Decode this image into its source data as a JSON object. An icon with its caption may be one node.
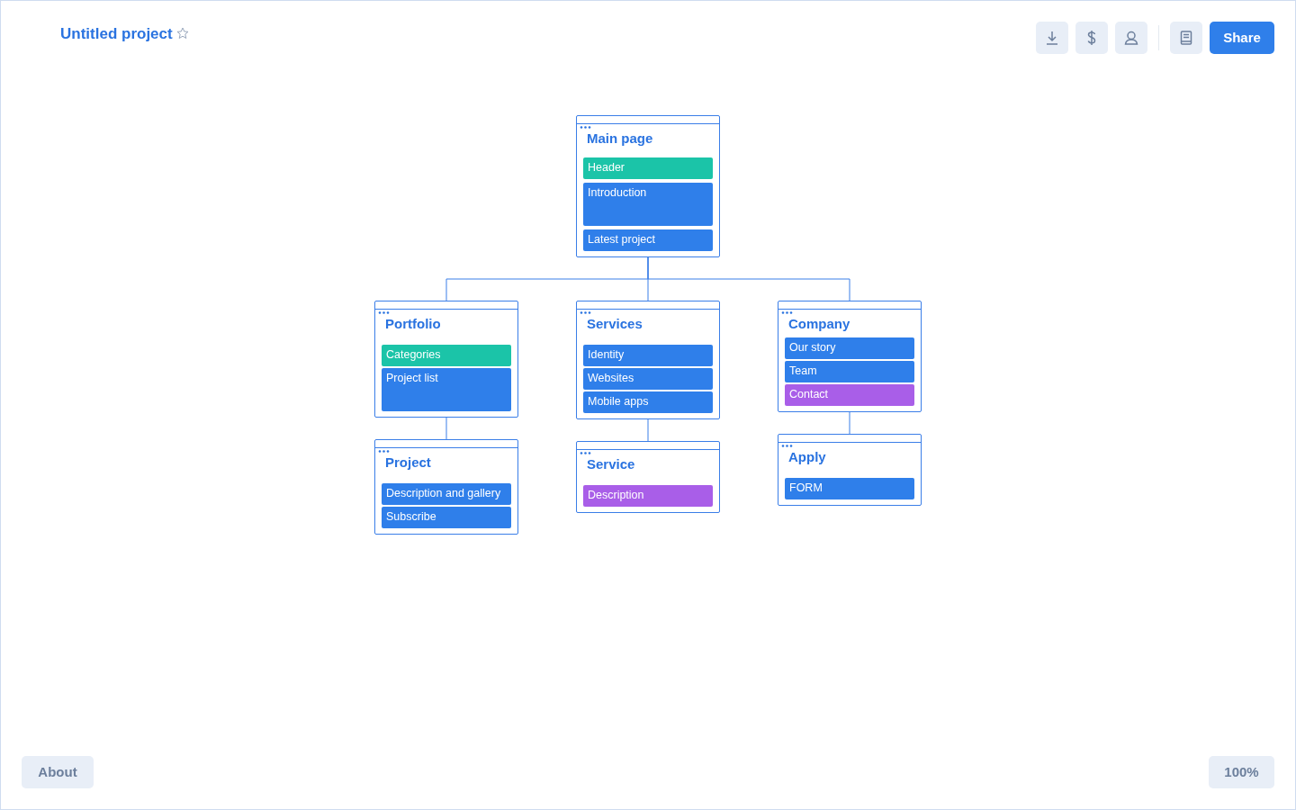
{
  "diagram": {
    "title": "Untitled project",
    "nodes": [
      {
        "text": [
          "Main page"
        ]
      },
      {
        "text": [
          "Header"
        ],
        "in": 0
      },
      {
        "text": [
          "Introduction"
        ],
        "in": 0
      },
      {
        "text": [
          "Latest project"
        ],
        "in": 0
      },
      {
        "text": [
          "Portfolio"
        ]
      },
      {
        "text": [
          "Categories"
        ],
        "in": 4
      },
      {
        "text": [
          "Project list"
        ],
        "in": 4
      },
      {
        "text": [
          "Services"
        ]
      },
      {
        "text": [
          "Identity"
        ],
        "in": 7
      },
      {
        "text": [
          "Websites"
        ],
        "in": 7
      },
      {
        "text": [
          "Mobile apps"
        ],
        "in": 7
      },
      {
        "text": [
          "Company"
        ]
      },
      {
        "text": [
          "Our story"
        ],
        "in": 11
      },
      {
        "text": [
          "Team"
        ],
        "in": 11
      },
      {
        "text": [
          "Contact"
        ],
        "in": 11
      },
      {
        "text": [
          "Project"
        ]
      },
      {
        "text": [
          "Description and gallery"
        ],
        "in": 15
      },
      {
        "text": [
          "Subscribe"
        ],
        "in": 15
      },
      {
        "text": [
          "Service"
        ]
      },
      {
        "text": [
          "Description"
        ],
        "in": 18
      },
      {
        "text": [
          "Apply"
        ]
      },
      {
        "text": [
          "FORM"
        ],
        "in": 20
      }
    ],
    "edges": [
      {
        "from": 0,
        "to": 4,
        "arrow": "none"
      },
      {
        "from": 0,
        "to": 7,
        "arrow": "none"
      },
      {
        "from": 0,
        "to": 11,
        "arrow": "none"
      },
      {
        "from": 4,
        "to": 15,
        "arrow": "none"
      },
      {
        "from": 7,
        "to": 18,
        "arrow": "none"
      },
      {
        "from": 11,
        "to": 20,
        "arrow": "none"
      }
    ],
    "labels": [
      "Share",
      "About",
      "100%"
    ]
  }
}
